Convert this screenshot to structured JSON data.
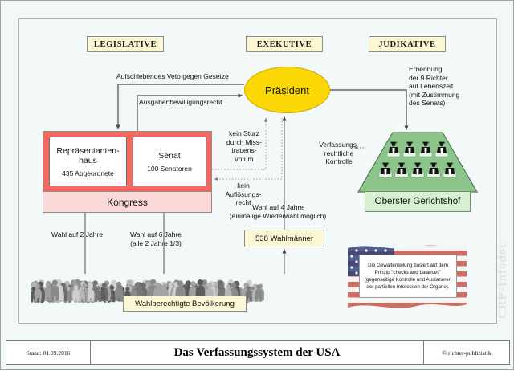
{
  "diagram": {
    "branches": [
      {
        "id": "legislative",
        "label": "LEGISLATIVE"
      },
      {
        "id": "exekutive",
        "label": "EXEKUTIVE"
      },
      {
        "id": "judikative",
        "label": "JUDIKATIVE"
      }
    ],
    "president": {
      "label": "Präsident"
    },
    "congress": {
      "bar_label": "Kongress",
      "chambers": [
        {
          "title": "Repräsentanten-\nhaus",
          "sub": "435 Abgeordnete"
        },
        {
          "title": "Senat",
          "sub": "100 Senatoren"
        }
      ]
    },
    "court": {
      "bar_label": "Oberster Gerichtshof",
      "judges_count": 9,
      "judges_top_row": 4,
      "judges_bottom_row": 5
    },
    "electors": {
      "label": "538 Wahlmänner"
    },
    "voters": {
      "label": "Wahlberechtigte Bevölkerung"
    },
    "edge_labels": {
      "veto": "Aufschiebendes Veto gegen Gesetze",
      "budget": "Ausgabenbewilligungsrecht",
      "no_ouster": "kein Sturz\ndurch Miss-\ntrauens-\nvotum",
      "no_dissolution": "kein Auflösungs-\nrecht",
      "appointment": "Ernennung\nder 9 Richter\nauf Lebenszeit\n(mit Zustimmung\ndes Senats)",
      "judicial_review": "Verfassungs-\nrechtliche\nKontrolle",
      "term_president": "Wahl auf 4 Jahre\n(einmalige Wiederwahl möglich)",
      "term_house": "Wahl auf 2 Jahre",
      "term_senate": "Wahl auf 6 Jahre\n(alle 2 Jahre 1/3)"
    },
    "checks_note": "Die Gewaltenteilung basiert auf dem Prinzip \"checks and balances\" (gegenseitige Kontrolle und Austarieren der partiellen Interessen der Organe).",
    "watermark": "CRP-Infodoc"
  },
  "footer": {
    "date": "Stand: 01.09.2016",
    "title": "Das Verfassungssystem der USA",
    "credit": "richter-publizistik",
    "credit_symbol": "©"
  },
  "colors": {
    "president_yellow": "#fbd705",
    "congress_red": "#f4685f",
    "congress_pink": "#fbd9d8",
    "court_green": "#8cc58c",
    "court_bar_green": "#d6f0d0",
    "note_cream": "#fbf7d2",
    "canvas": "#f3f9f9"
  }
}
